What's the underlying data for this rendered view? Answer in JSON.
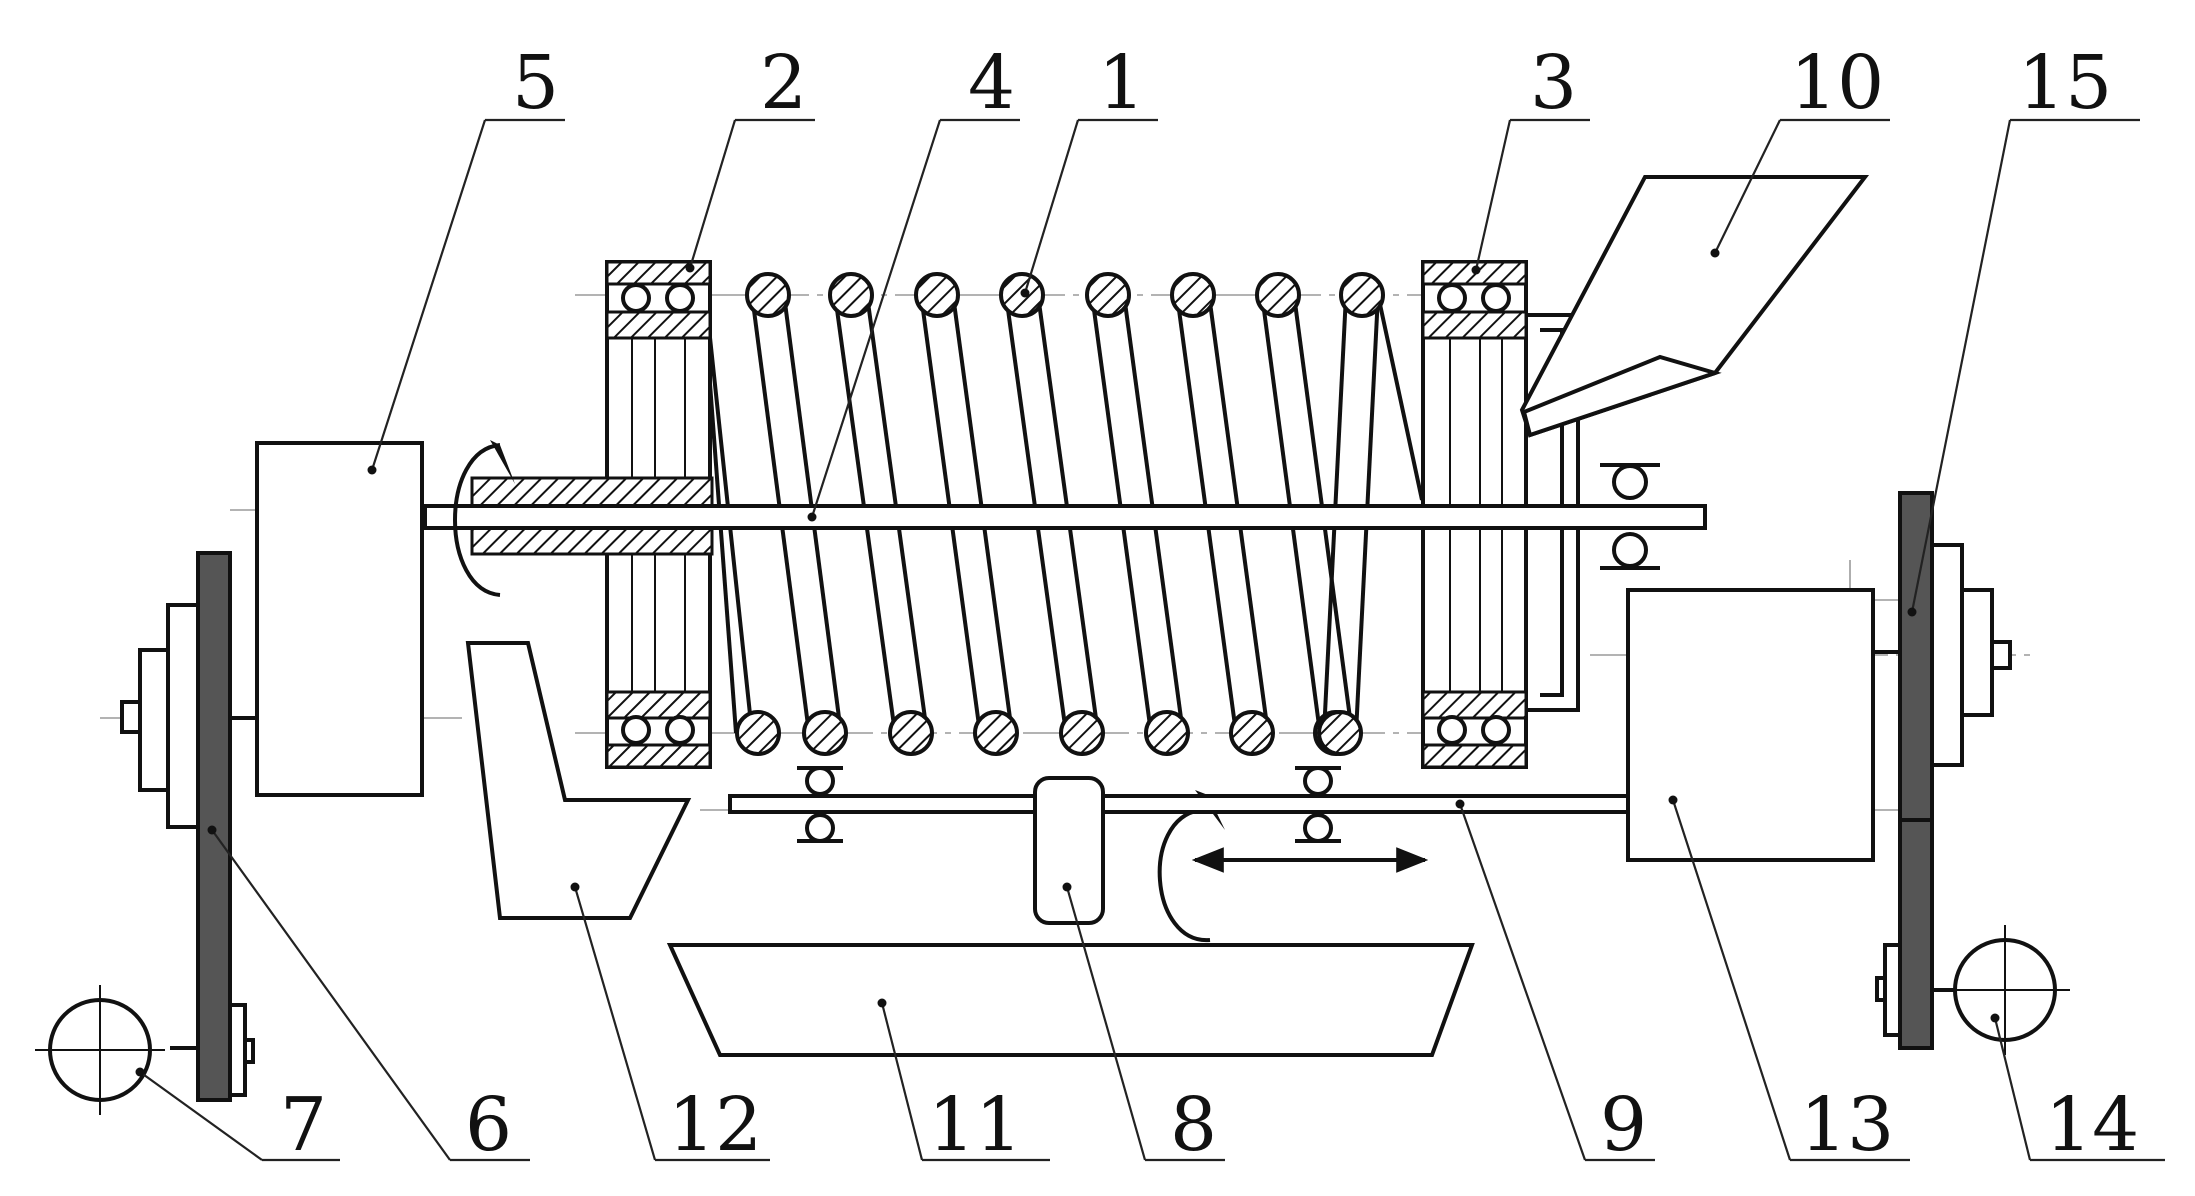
{
  "diagram": {
    "colors": {
      "line": "#111111",
      "hatch": "#111111",
      "centerline": "#9a9a9a",
      "background": "#ffffff"
    },
    "callouts": [
      {
        "id": "c5",
        "text": "5"
      },
      {
        "id": "c2",
        "text": "2"
      },
      {
        "id": "c4",
        "text": "4"
      },
      {
        "id": "c1",
        "text": "1"
      },
      {
        "id": "c3",
        "text": "3"
      },
      {
        "id": "c10",
        "text": "10"
      },
      {
        "id": "c15",
        "text": "15"
      },
      {
        "id": "c7",
        "text": "7"
      },
      {
        "id": "c6",
        "text": "6"
      },
      {
        "id": "c12",
        "text": "12"
      },
      {
        "id": "c11",
        "text": "11"
      },
      {
        "id": "c8",
        "text": "8"
      },
      {
        "id": "c9",
        "text": "9"
      },
      {
        "id": "c13",
        "text": "13"
      },
      {
        "id": "c14",
        "text": "14"
      }
    ]
  }
}
